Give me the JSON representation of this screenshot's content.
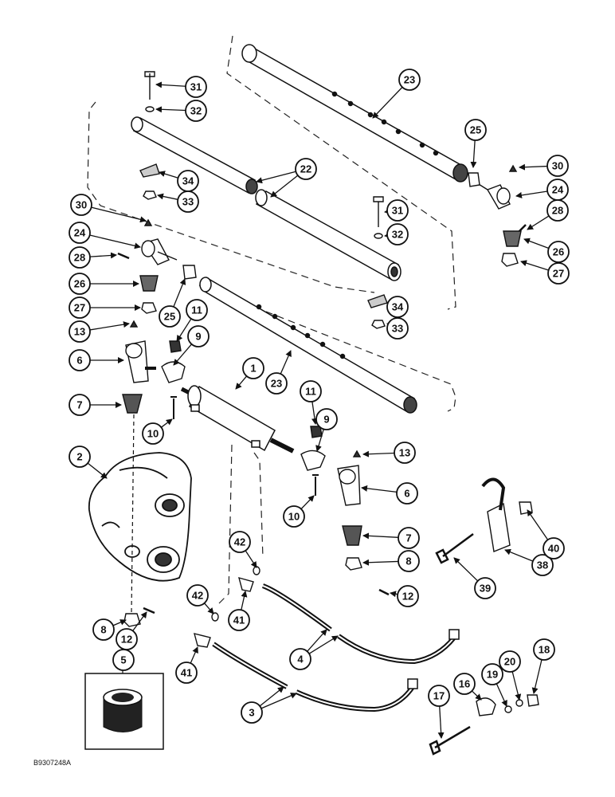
{
  "figure_code": "B9307248A",
  "callouts": [
    "1",
    "2",
    "3",
    "4",
    "5",
    "6",
    "7",
    "8",
    "9",
    "10",
    "11",
    "12",
    "13",
    "16",
    "17",
    "18",
    "19",
    "20",
    "22",
    "23",
    "24",
    "25",
    "26",
    "27",
    "28",
    "30",
    "31",
    "32",
    "33",
    "34",
    "38",
    "39",
    "40",
    "41",
    "42"
  ]
}
